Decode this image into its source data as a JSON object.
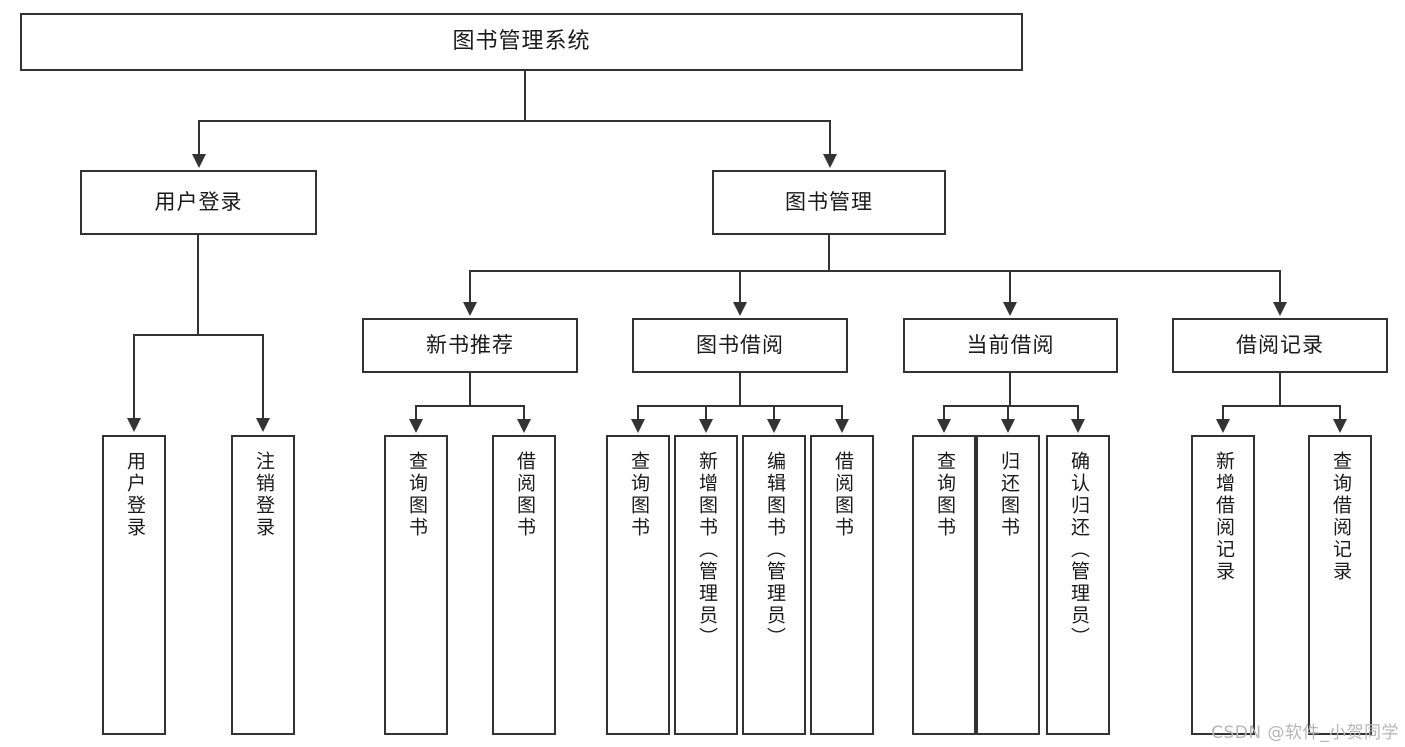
{
  "diagram": {
    "title": "图书管理系统",
    "type": "tree",
    "watermark": "CSDN @软件_小贺同学",
    "colors": {
      "box_border": "#333333",
      "box_fill": "#ffffff",
      "connector": "#333333",
      "text": "#1a1a1a",
      "watermark": "#b6b6b6",
      "background": "#ffffff"
    },
    "root": {
      "label": "图书管理系统"
    },
    "level2": [
      {
        "label": "用户登录"
      },
      {
        "label": "图书管理"
      }
    ],
    "level3": [
      {
        "label": "新书推荐"
      },
      {
        "label": "图书借阅"
      },
      {
        "label": "当前借阅"
      },
      {
        "label": "借阅记录"
      }
    ],
    "leaves": {
      "user_login": [
        {
          "label": "用户登录"
        },
        {
          "label": "注销登录"
        }
      ],
      "new_book_recommend": [
        {
          "label": "查询图书"
        },
        {
          "label": "借阅图书"
        }
      ],
      "book_borrow": [
        {
          "label": "查询图书"
        },
        {
          "label": "新增图书（管理员）"
        },
        {
          "label": "编辑图书（管理员）"
        },
        {
          "label": "借阅图书"
        }
      ],
      "current_borrow": [
        {
          "label": "查询图书"
        },
        {
          "label": "归还图书"
        },
        {
          "label": "确认归还（管理员）"
        }
      ],
      "borrow_record": [
        {
          "label": "新增借阅记录"
        },
        {
          "label": "查询借阅记录"
        }
      ]
    }
  }
}
